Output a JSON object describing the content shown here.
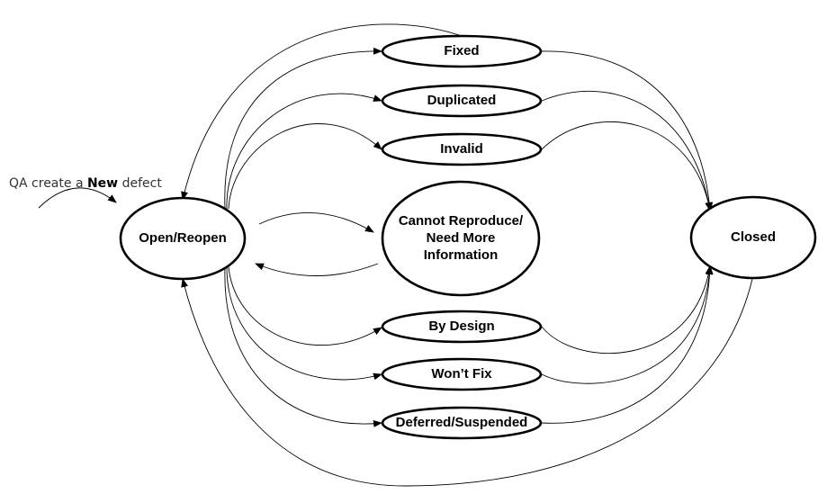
{
  "diagram": {
    "title": "Defect lifecycle state diagram",
    "entry_caption": {
      "prefix": "QA create a ",
      "emphasis": "New",
      "suffix": " defect"
    },
    "states": {
      "open": "Open/Reopen",
      "fixed": "Fixed",
      "duplicated": "Duplicated",
      "invalid": "Invalid",
      "cannot_reproduce": [
        "Cannot Reproduce/",
        "Need More",
        "Information"
      ],
      "by_design": "By Design",
      "wont_fix": "Won’t Fix",
      "deferred": "Deferred/Suspended",
      "closed": "Closed"
    },
    "transitions": [
      {
        "from": "start",
        "to": "Open/Reopen"
      },
      {
        "from": "Open/Reopen",
        "to": "Fixed"
      },
      {
        "from": "Open/Reopen",
        "to": "Duplicated"
      },
      {
        "from": "Open/Reopen",
        "to": "Invalid"
      },
      {
        "from": "Open/Reopen",
        "to": "Cannot Reproduce/Need More Information"
      },
      {
        "from": "Cannot Reproduce/Need More Information",
        "to": "Open/Reopen"
      },
      {
        "from": "Open/Reopen",
        "to": "By Design"
      },
      {
        "from": "Open/Reopen",
        "to": "Won’t Fix"
      },
      {
        "from": "Open/Reopen",
        "to": "Deferred/Suspended"
      },
      {
        "from": "Fixed",
        "to": "Open/Reopen"
      },
      {
        "from": "Fixed",
        "to": "Closed"
      },
      {
        "from": "Duplicated",
        "to": "Closed"
      },
      {
        "from": "Invalid",
        "to": "Closed"
      },
      {
        "from": "By Design",
        "to": "Closed"
      },
      {
        "from": "Won’t Fix",
        "to": "Closed"
      },
      {
        "from": "Deferred/Suspended",
        "to": "Closed"
      },
      {
        "from": "Closed",
        "to": "Open/Reopen"
      }
    ]
  }
}
